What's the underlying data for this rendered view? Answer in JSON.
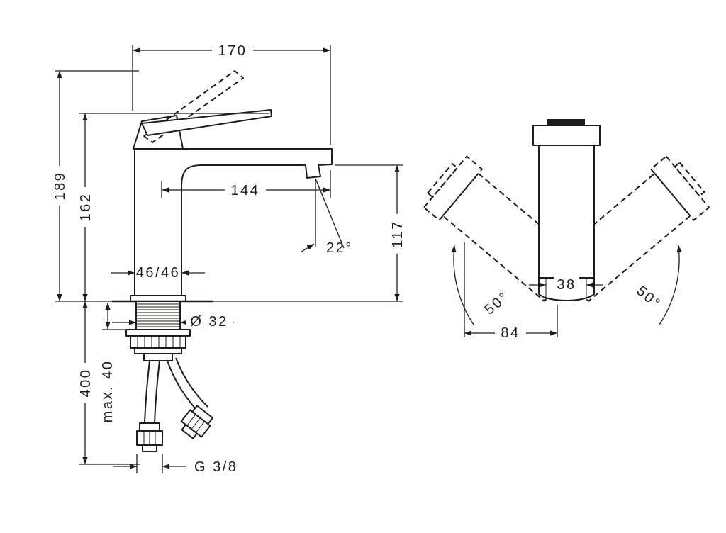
{
  "page": {
    "background": "#ffffff",
    "line_color": "#1d1d1b",
    "description": "Technical dimension drawing of a single-lever basin faucet, side view and front/top swivel view"
  },
  "side_view": {
    "labels": {
      "width": "170",
      "height_total": "189",
      "height_body": "162",
      "spout_reach": "144",
      "spout_height": "117",
      "spray_angle": "22°",
      "body_section": "46/46",
      "hole_diameter": "Ø 32",
      "max_mounting": "max. 40",
      "hose_length": "400",
      "connection_thread": "G 3/8"
    }
  },
  "top_view": {
    "labels": {
      "handle_width": "38",
      "handle_reach": "84",
      "swivel_left": "50°",
      "swivel_right": "50°"
    }
  }
}
